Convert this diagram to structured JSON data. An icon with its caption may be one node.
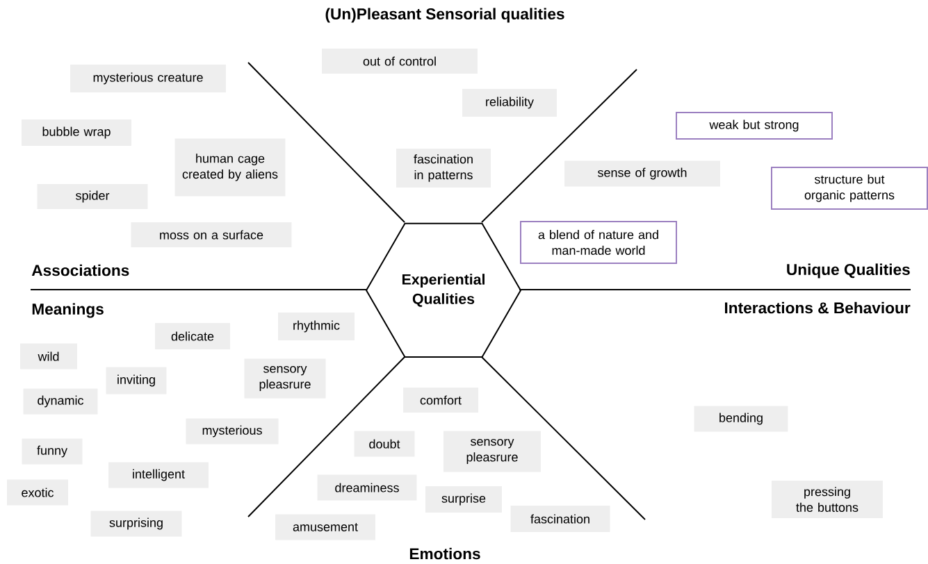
{
  "diagram": {
    "nodes": [
      {
        "text": [
          "Experiential Qualities"
        ]
      },
      {
        "text": [
          "out of control"
        ]
      },
      {
        "text": [
          "reliability"
        ]
      },
      {
        "text": [
          "fascination in patterns"
        ]
      },
      {
        "text": [
          "mysterious creature"
        ]
      },
      {
        "text": [
          "bubble wrap"
        ]
      },
      {
        "text": [
          "human cage created by aliens"
        ]
      },
      {
        "text": [
          "spider"
        ]
      },
      {
        "text": [
          "moss on a surface"
        ]
      },
      {
        "text": [
          "weak but strong"
        ]
      },
      {
        "text": [
          "sense of growth"
        ]
      },
      {
        "text": [
          "structure but organic patterns"
        ]
      },
      {
        "text": [
          "a blend of nature and man-made world"
        ]
      },
      {
        "text": [
          "delicate"
        ]
      },
      {
        "text": [
          "rhythmic"
        ]
      },
      {
        "text": [
          "wild"
        ]
      },
      {
        "text": [
          "sensory pleasrure"
        ]
      },
      {
        "text": [
          "inviting"
        ]
      },
      {
        "text": [
          "dynamic"
        ]
      },
      {
        "text": [
          "mysterious"
        ]
      },
      {
        "text": [
          "funny"
        ]
      },
      {
        "text": [
          "intelligent"
        ]
      },
      {
        "text": [
          "exotic"
        ]
      },
      {
        "text": [
          "surprising"
        ]
      },
      {
        "text": [
          "comfort"
        ]
      },
      {
        "text": [
          "doubt"
        ]
      },
      {
        "text": [
          "sensory pleasrure"
        ]
      },
      {
        "text": [
          "dreaminess"
        ]
      },
      {
        "text": [
          "surprise"
        ]
      },
      {
        "text": [
          "amusement"
        ]
      },
      {
        "text": [
          "fascination"
        ]
      },
      {
        "text": [
          "bending"
        ]
      },
      {
        "text": [
          "pressing the buttons"
        ]
      }
    ],
    "labels": [
      "(Un)Pleasant Sensorial qualities",
      "Associations",
      "Unique Qualities",
      "Meanings",
      "Interactions & Behaviour",
      "Emotions"
    ]
  }
}
